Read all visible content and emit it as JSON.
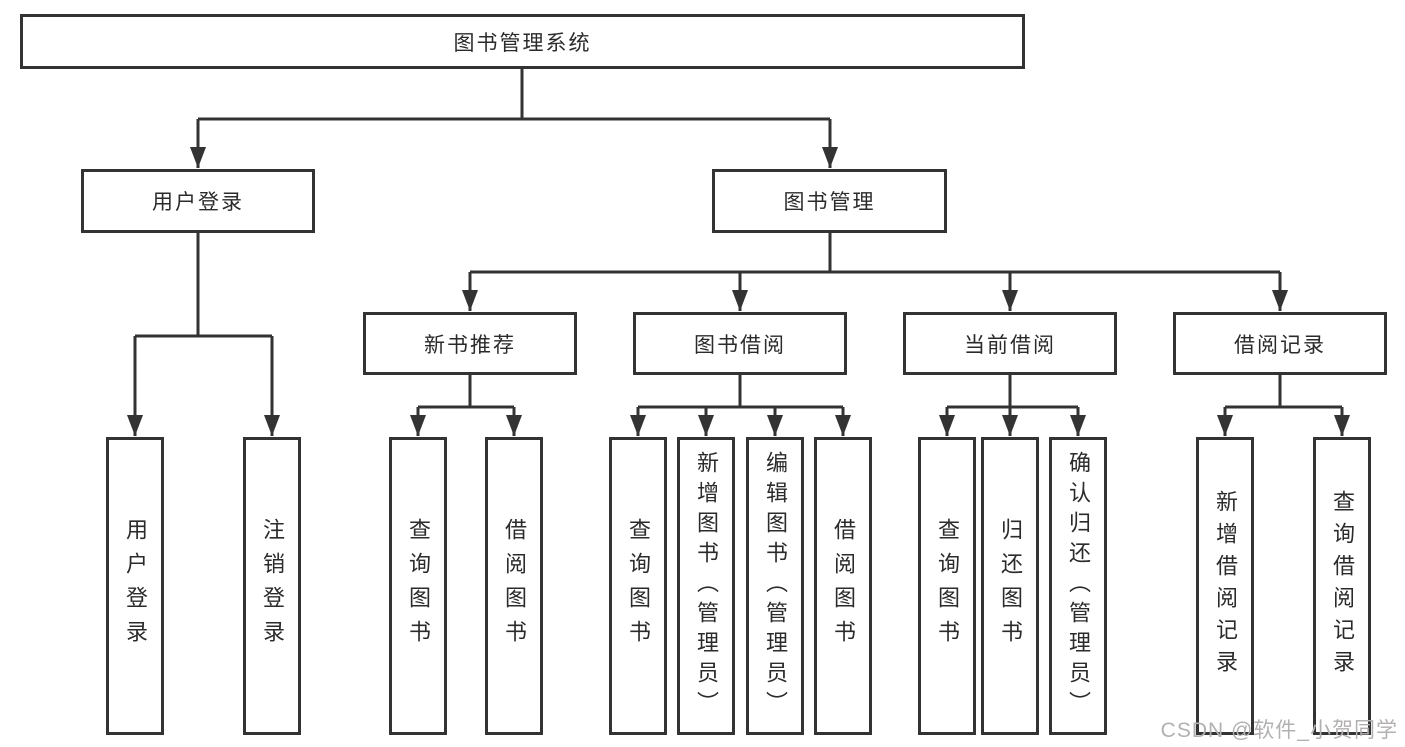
{
  "colors": {
    "line": "#333333",
    "box_border": "#333333",
    "box_background": "#ffffff",
    "text": "#2b2b2b",
    "watermark": "#b3b0b0",
    "page_background": "#ffffff"
  },
  "watermark": {
    "text": "CSDN @软件_小贺同学"
  },
  "tree": {
    "label": "图书管理系统",
    "children": [
      {
        "label": "用户登录",
        "children": [
          {
            "label": "用户登录"
          },
          {
            "label": "注销登录"
          }
        ]
      },
      {
        "label": "图书管理",
        "children": [
          {
            "label": "新书推荐",
            "children": [
              {
                "label": "查询图书"
              },
              {
                "label": "借阅图书"
              }
            ]
          },
          {
            "label": "图书借阅",
            "children": [
              {
                "label": "查询图书"
              },
              {
                "label": "新增图书（管理员）"
              },
              {
                "label": "编辑图书（管理员）"
              },
              {
                "label": "借阅图书"
              }
            ]
          },
          {
            "label": "当前借阅",
            "children": [
              {
                "label": "查询图书"
              },
              {
                "label": "归还图书"
              },
              {
                "label": "确认归还（管理员）"
              }
            ]
          },
          {
            "label": "借阅记录",
            "children": [
              {
                "label": "新增借阅记录"
              },
              {
                "label": "查询借阅记录"
              }
            ]
          }
        ]
      }
    ]
  }
}
